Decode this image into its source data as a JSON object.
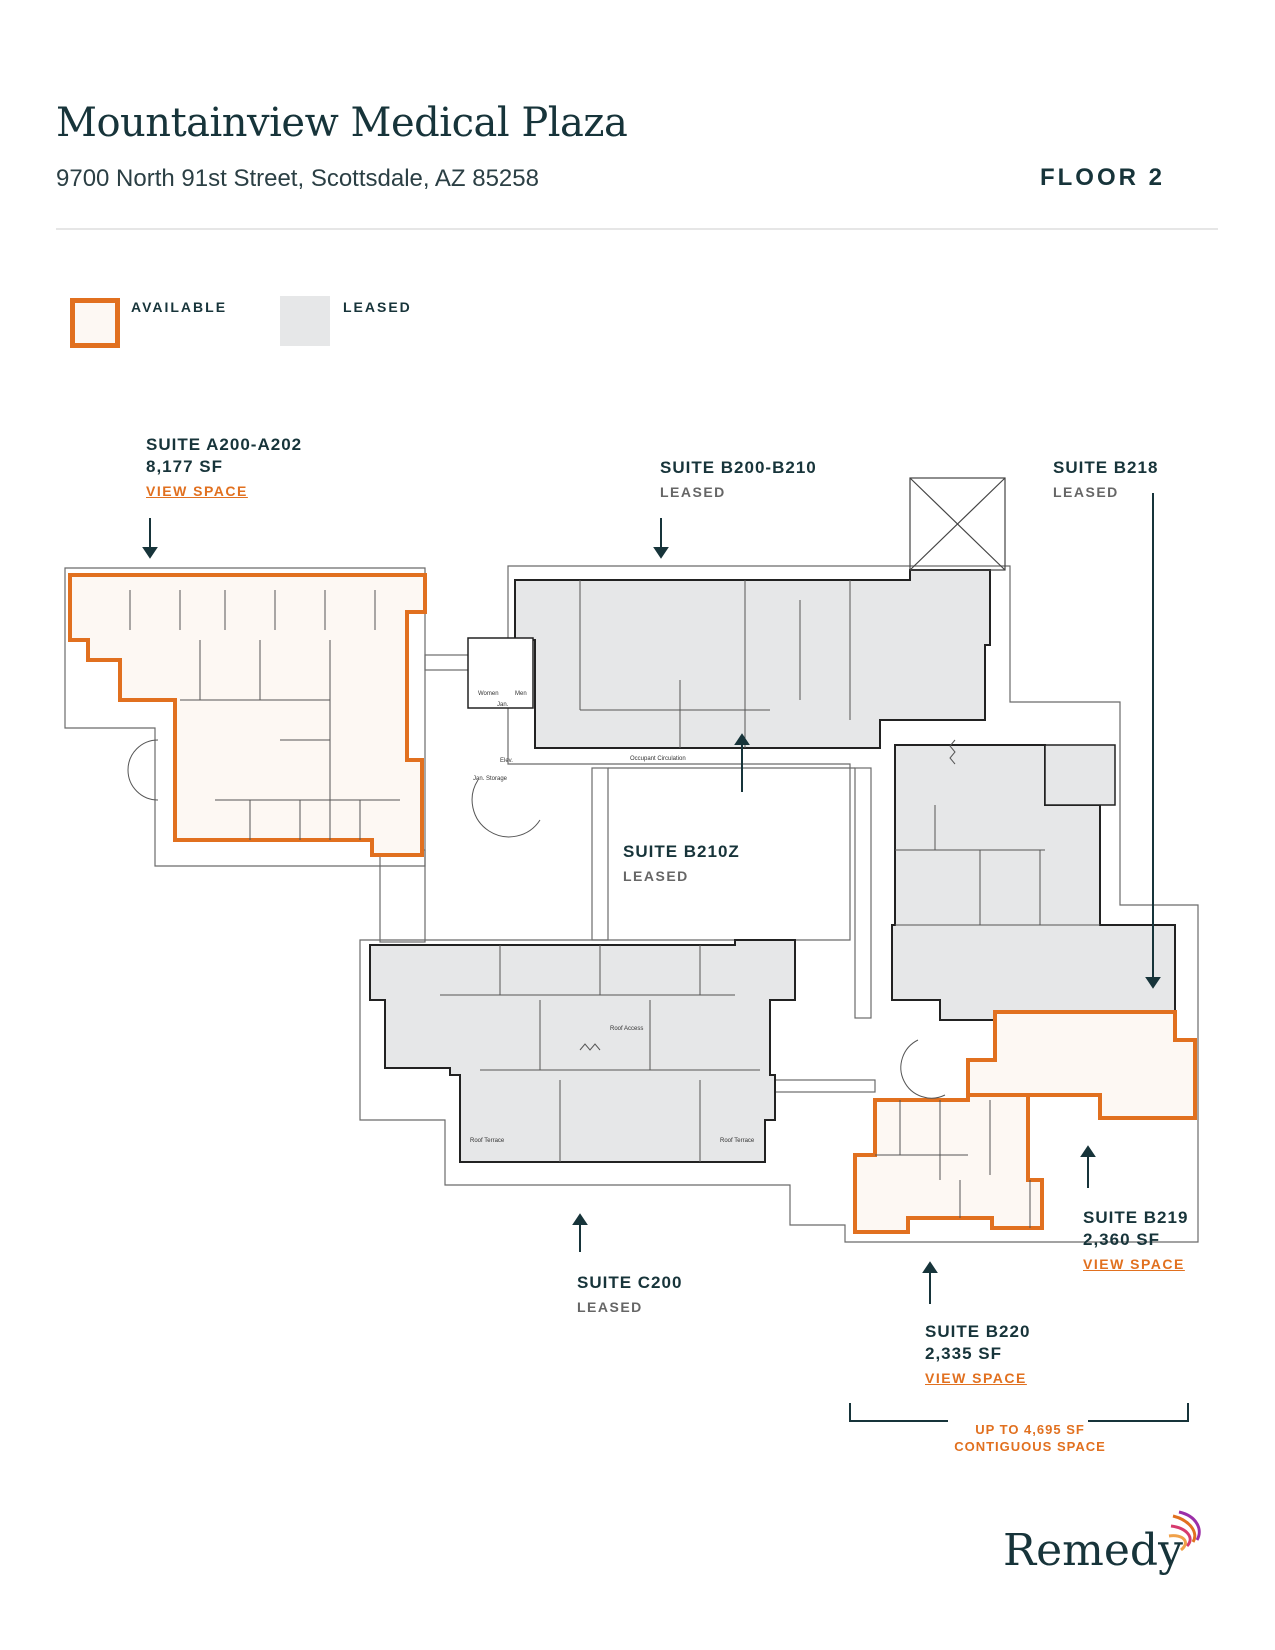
{
  "header": {
    "title": "Mountainview Medical Plaza",
    "address": "9700 North 91st Street, Scottsdale, AZ 85258",
    "floor": "FLOOR 2"
  },
  "legend": {
    "available": "AVAILABLE",
    "leased": "LEASED"
  },
  "colors": {
    "available_outline": "#e1701f",
    "available_fill": "#fdf8f3",
    "leased_fill": "#e6e7e8",
    "ink": "#17343a"
  },
  "suites": {
    "a200": {
      "name": "SUITE A200-A202",
      "sf": "8,177 SF",
      "link": "VIEW SPACE"
    },
    "b200": {
      "name": "SUITE B200-B210",
      "status": "LEASED"
    },
    "b218": {
      "name": "SUITE B218",
      "status": "LEASED"
    },
    "b210z": {
      "name": "SUITE B210Z",
      "status": "LEASED"
    },
    "c200": {
      "name": "SUITE C200",
      "status": "LEASED"
    },
    "b219": {
      "name": "SUITE B219",
      "sf": "2,360 SF",
      "link": "VIEW SPACE"
    },
    "b220": {
      "name": "SUITE B220",
      "sf": "2,335 SF",
      "link": "VIEW SPACE"
    }
  },
  "contiguous": {
    "line1": "UP TO 4,695 SF",
    "line2": "CONTIGUOUS SPACE"
  },
  "plan_labels": {
    "occupant_circulation": "Occupant Circulation",
    "women": "Women",
    "men": "Men",
    "jan": "Jan.",
    "elev": "Elev.",
    "jan_storage": "Jan. Storage",
    "roof_access": "Roof Access",
    "roof_terrace": "Roof Terrace"
  },
  "brand": {
    "name": "Remedy"
  }
}
